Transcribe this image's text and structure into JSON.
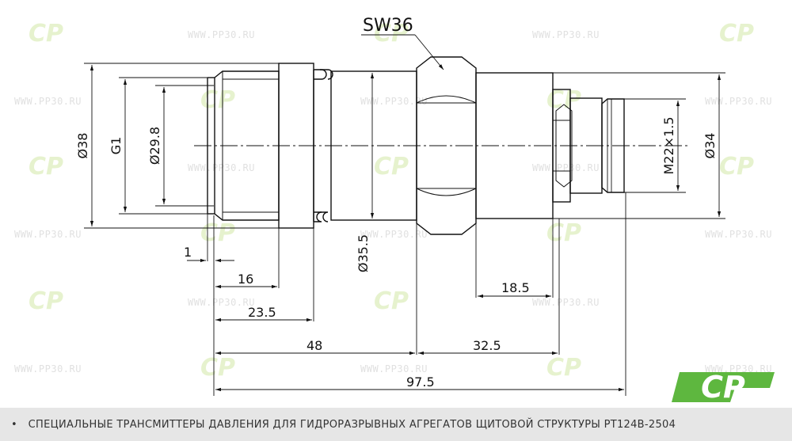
{
  "watermarks": {
    "url": "WWW.PP30.RU",
    "logo": "CP"
  },
  "labels": {
    "sw": "SW36",
    "d38": "Ø38",
    "g1": "G1",
    "d29": "Ø29.8",
    "d355": "Ø35.5",
    "m22": "M22×1.5",
    "d34": "Ø34",
    "l1": "1",
    "l16": "16",
    "l235": "23.5",
    "l48": "48",
    "l325": "32.5",
    "l185": "18.5",
    "l975": "97.5"
  },
  "caption": {
    "bullet": "•",
    "text": "СПЕЦИАЛЬНЫЕ ТРАНСМИТТЕРЫ ДАВЛЕНИЯ ДЛЯ ГИДРОРАЗРЫВНЫХ АГРЕГАТОВ ЩИТОВОЙ СТРУКТУРЫ  PT124B-2504"
  },
  "colors": {
    "line": "#111111",
    "watermark_logo": "#9ccc3a",
    "brand_logo": "#4caf2a",
    "caption_bar": "#e6e6e6"
  }
}
